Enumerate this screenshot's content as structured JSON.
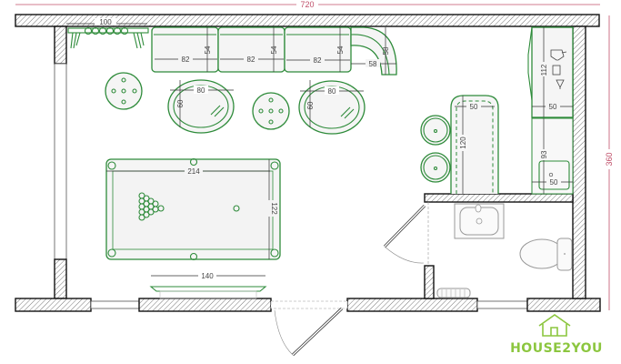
{
  "plan": {
    "overall_width": "720",
    "overall_depth": "360",
    "coat_rack_width": "100",
    "sofa_module_widths": [
      "82",
      "82",
      "82"
    ],
    "sofa_module_depths": [
      "54",
      "54",
      "54"
    ],
    "sofa_corner_width": "58",
    "sofa_corner_depth": "58",
    "coffee_tables": [
      {
        "width": "80",
        "depth": "60"
      },
      {
        "width": "80",
        "depth": "60"
      }
    ],
    "pool_table": {
      "length": "214",
      "width": "122"
    },
    "tv_unit_width": "140",
    "bar_counter": {
      "width": "50",
      "length": "120"
    },
    "kitchen_upper": {
      "length": "112",
      "depth": "50"
    },
    "kitchen_lower": {
      "length": "93",
      "depth": "50"
    }
  },
  "brand": {
    "name": "HOUSE2YOU",
    "color": "#8cc63f"
  },
  "colors": {
    "furniture": "#2e8b3a",
    "dimension": "#c0506a",
    "wall": "#111111"
  }
}
